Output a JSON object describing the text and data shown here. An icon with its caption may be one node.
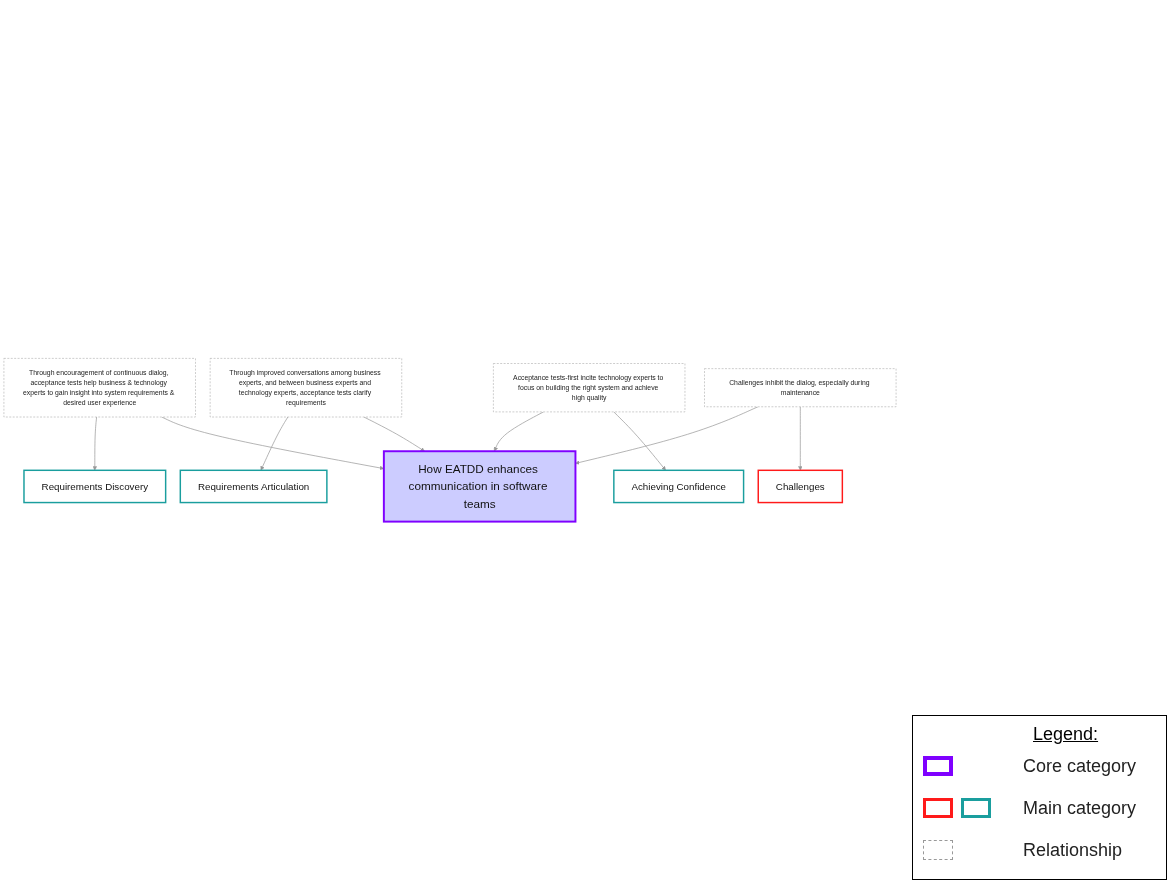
{
  "diagram": {
    "nodes": [
      {
        "text": [
          "Requirements Discovery"
        ]
      },
      {
        "text": [
          "Requirements Articulation"
        ]
      },
      {
        "text": [
          "Through encouragement of continuous dialog, acceptance tests help business & technology experts to gain insight into system requirements & desired user experience"
        ]
      },
      {
        "text": [
          "Through improved conversations among business experts, and between business experts and technology experts, acceptance tests clarify requirements"
        ]
      },
      {
        "text": [
          "How EATDD enhances communication in software teams"
        ]
      },
      {
        "text": [
          "Acceptance tests-first incite technology experts to focus on building the right system and achieve high quality"
        ]
      },
      {
        "text": [
          "Challenges inhibit the dialog, especially during maintenance"
        ]
      },
      {
        "text": [
          "Achieving Confidence"
        ]
      },
      {
        "text": [
          "Challenges"
        ]
      }
    ],
    "edges": [
      {
        "from": 2,
        "to": 0,
        "arrow": "to"
      },
      {
        "from": 2,
        "to": 4,
        "arrow": "to"
      },
      {
        "from": 3,
        "to": 1,
        "arrow": "to"
      },
      {
        "from": 3,
        "to": 4,
        "arrow": "to"
      },
      {
        "from": 5,
        "to": 4,
        "arrow": "to"
      },
      {
        "from": 5,
        "to": 7,
        "arrow": "to"
      },
      {
        "from": 6,
        "to": 4,
        "arrow": "to"
      },
      {
        "from": 6,
        "to": 8,
        "arrow": "to"
      }
    ],
    "labels": [
      "Legend:"
    ],
    "legend": [
      {
        "text": "Core category"
      },
      {
        "text": "Main category"
      },
      {
        "text": "Relationship"
      }
    ]
  }
}
